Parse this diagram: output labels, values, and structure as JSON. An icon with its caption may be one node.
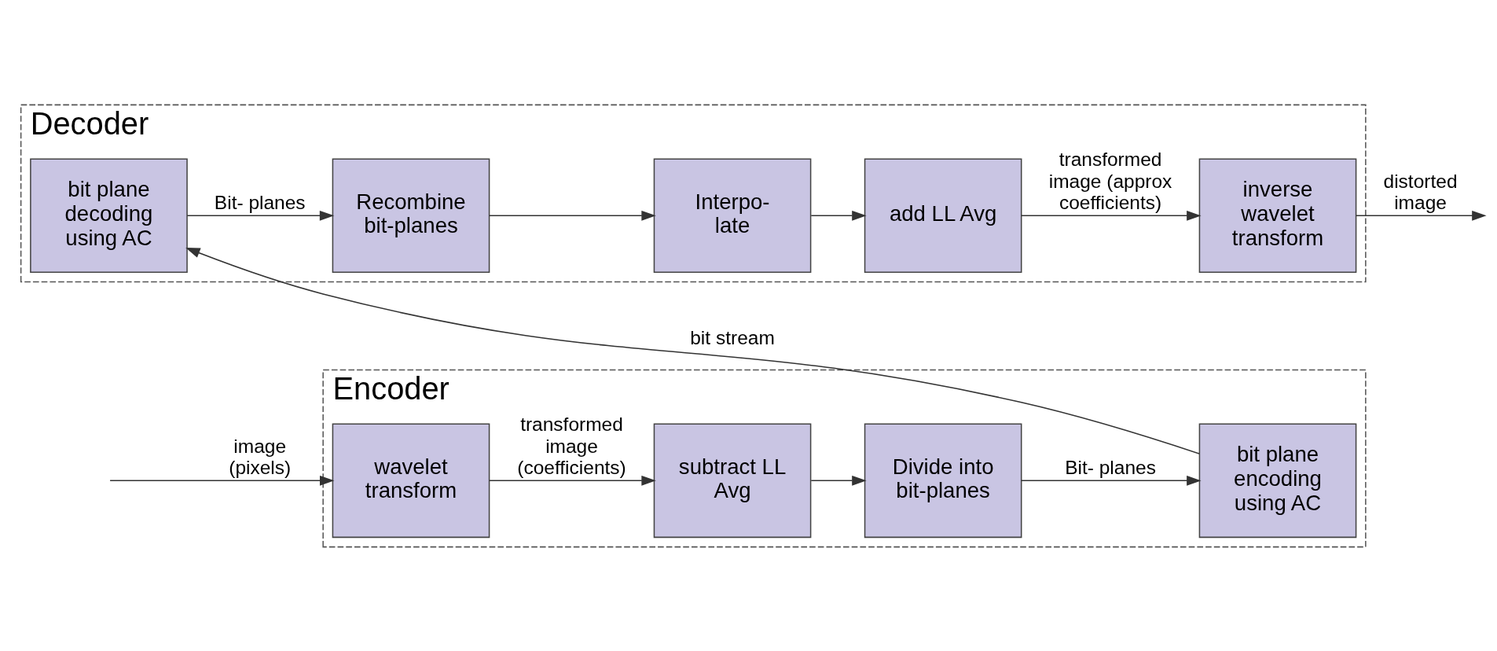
{
  "diagram": {
    "nodes": [
      {
        "text": [
          "Encoder"
        ]
      },
      {
        "text": [
          "wavelet transform"
        ],
        "in": 0
      },
      {
        "text": [
          "subtract LL Avg"
        ],
        "in": 0
      },
      {
        "text": [
          "Divide into bit-planes"
        ],
        "in": 0
      },
      {
        "text": [
          "bit plane encoding using AC"
        ],
        "in": 0
      },
      {
        "text": [
          "Decoder"
        ]
      },
      {
        "text": [
          "bit plane decoding using AC"
        ],
        "in": 5
      },
      {
        "text": [
          "Recombine bit-planes"
        ],
        "in": 5
      },
      {
        "text": [
          "Interpo- late"
        ],
        "in": 5
      },
      {
        "text": [
          "add LL Avg"
        ],
        "in": 5
      },
      {
        "text": [
          "inverse wavelet transform"
        ],
        "in": 5
      }
    ],
    "edges": [
      {
        "from": null,
        "to": 1,
        "arrow": "to",
        "label": "image (pixels)"
      },
      {
        "from": 1,
        "to": 2,
        "arrow": "to",
        "label": "transformed image (coefficients)"
      },
      {
        "from": 2,
        "to": 3,
        "arrow": "to"
      },
      {
        "from": 3,
        "to": 4,
        "arrow": "to",
        "label": "Bit- planes"
      },
      {
        "from": 4,
        "to": 6,
        "arrow": "to",
        "label": "bit stream"
      },
      {
        "from": 6,
        "to": 7,
        "arrow": "to",
        "label": "Bit- planes"
      },
      {
        "from": 7,
        "to": 8,
        "arrow": "to"
      },
      {
        "from": 8,
        "to": 9,
        "arrow": "to"
      },
      {
        "from": 9,
        "to": 10,
        "arrow": "to",
        "label": "transformed image (approx coefficients)"
      },
      {
        "from": 10,
        "to": null,
        "arrow": "to",
        "label": "distorted image"
      }
    ]
  }
}
